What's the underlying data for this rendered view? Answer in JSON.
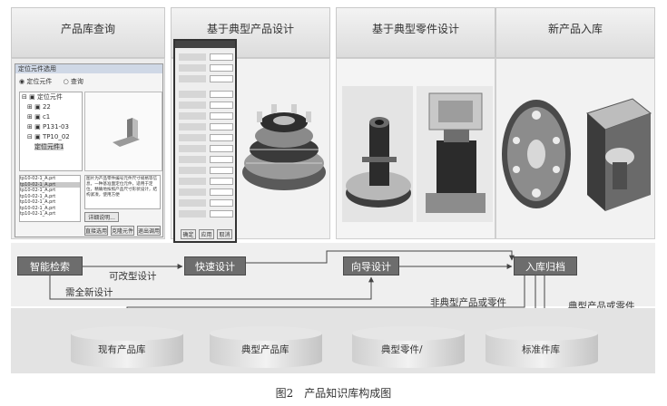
{
  "panels": [
    {
      "title": "产品库查询"
    },
    {
      "title": "基于典型产品设计"
    },
    {
      "title": "基于典型零件设计"
    },
    {
      "title": "新产品入库"
    }
  ],
  "software_window": {
    "title": "定位元件选用",
    "radio_1": "定位元件",
    "radio_2": "查询",
    "tree": [
      "定位元件",
      "22",
      "c1",
      "P131-03",
      "TP10_02",
      "定位元件1"
    ],
    "description": "图片为产品零件编号元件尺寸规格等信息，一种基准面定位元件，适用于定位，精确地按照产品尺寸形状设计，结构紧凑，使用方便",
    "detail_button": "详细说明...",
    "file_list": [
      "tp10-02-1_A.prt",
      "tp10-02-1_A.prt",
      "tp10-02-1_A.prt",
      "tp10-02-1_A.prt",
      "tp10-02-1_A.prt",
      "tp10-02-1_A.prt",
      "tp10-02-1_A.prt"
    ],
    "buttons": [
      "直接选用",
      "克隆元件",
      "退出调用"
    ]
  },
  "param_dialog": {
    "buttons": [
      "确定",
      "应用",
      "取消"
    ]
  },
  "flow": {
    "boxes": {
      "smart_search": "智能检索",
      "quick_design": "快速设计",
      "guided_design": "向导设计",
      "archive": "入库归档"
    },
    "labels": {
      "modifiable": "可改型设计",
      "new_design": "需全新设计",
      "non_typical": "非典型产品或零件",
      "typical": "典型产品或零件"
    }
  },
  "databases": [
    "现有产品库",
    "典型产品库",
    "典型零件/",
    "标准件库"
  ],
  "caption": "图2　产品知识库构成图"
}
